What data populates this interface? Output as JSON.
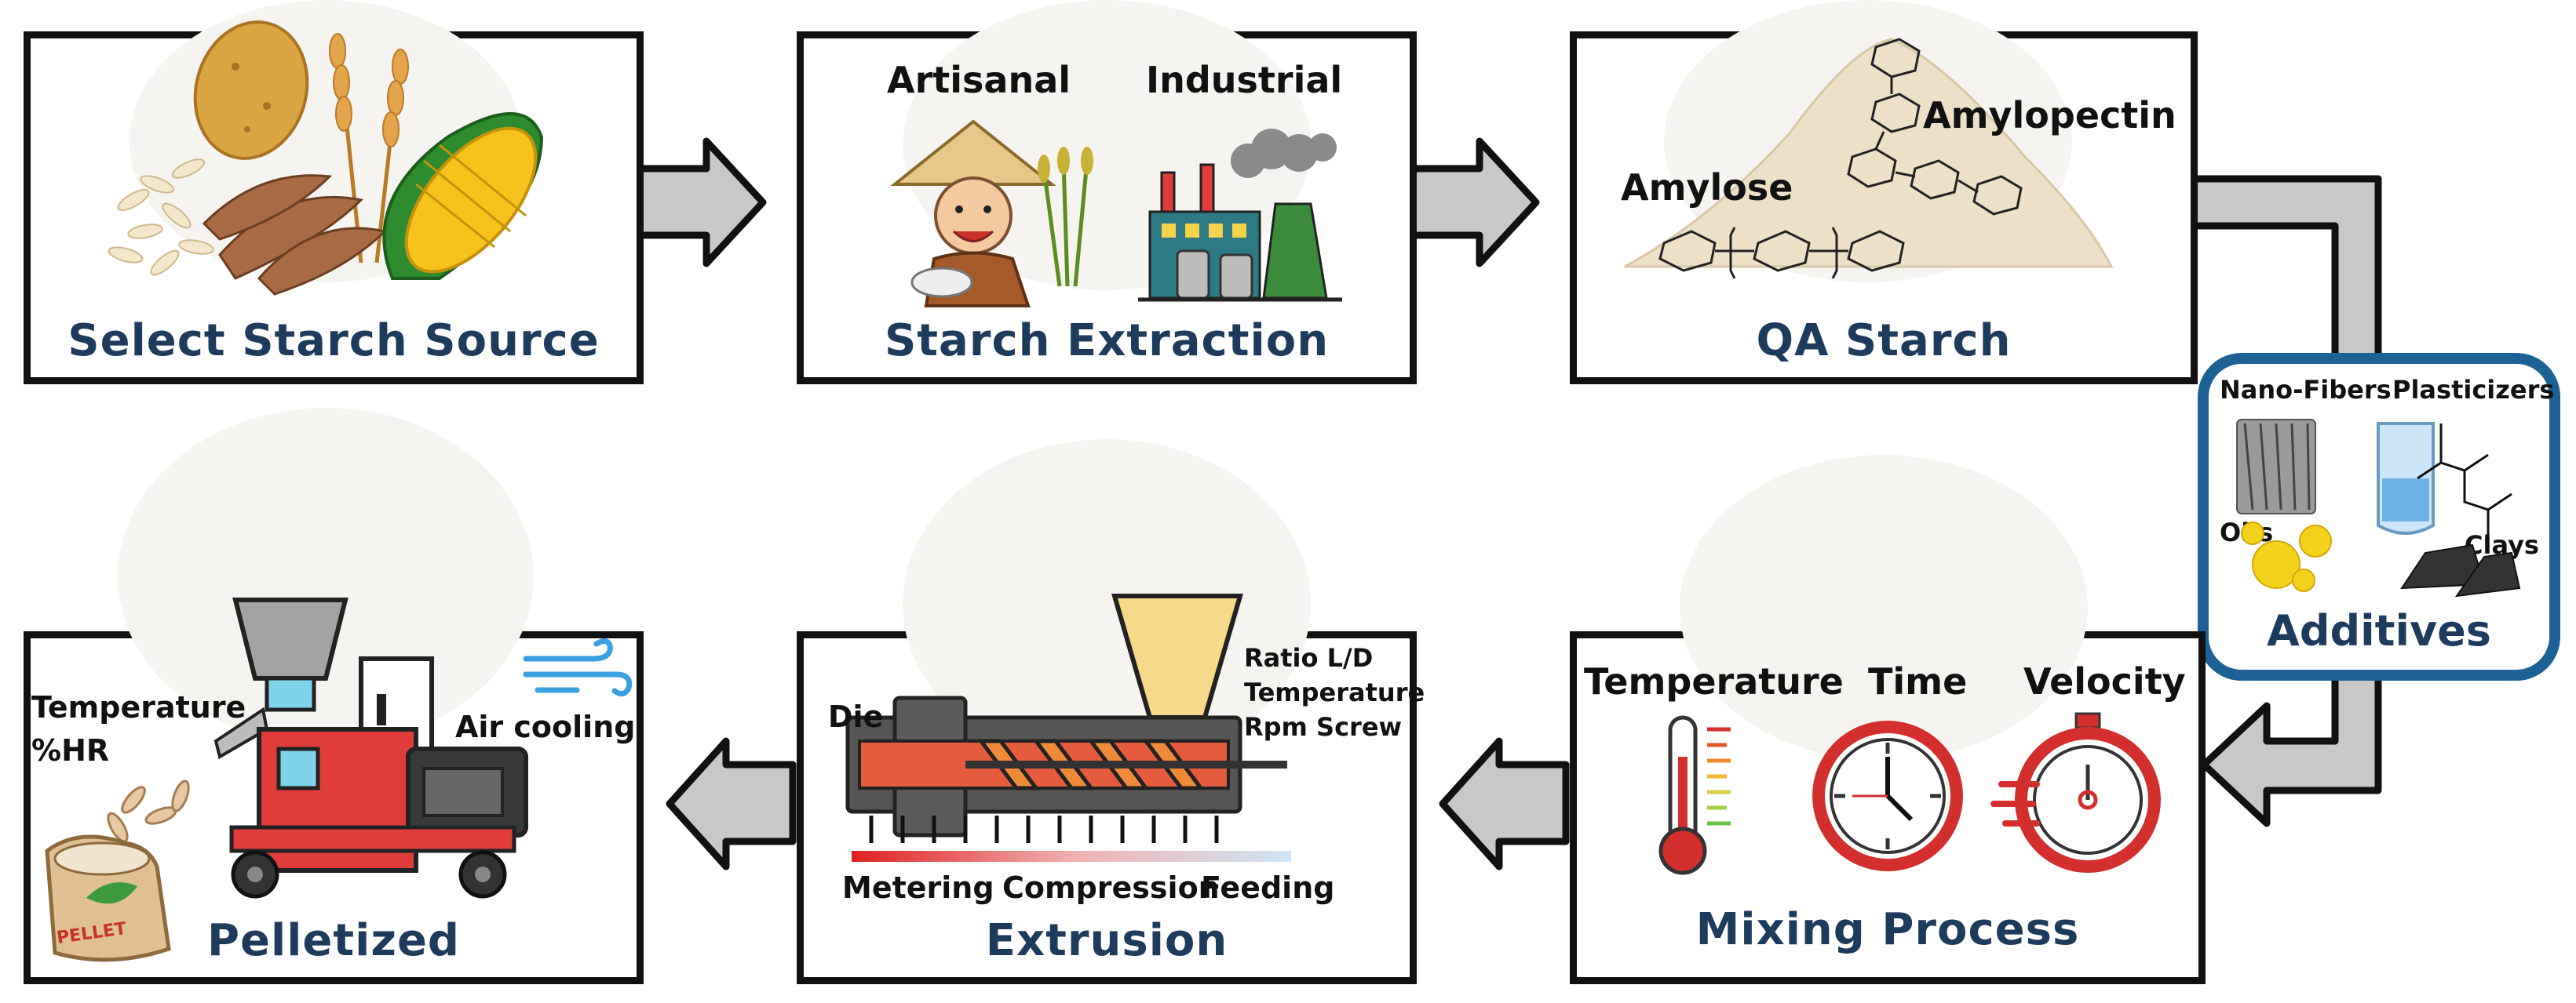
{
  "steps": {
    "select": {
      "title": "Select Starch Source"
    },
    "extraction": {
      "title": "Starch Extraction",
      "artisanal": "Artisanal",
      "industrial": "Industrial"
    },
    "qa": {
      "title": "QA Starch",
      "amylose": "Amylose",
      "amylopectin": "Amylopectin"
    },
    "additives": {
      "title": "Additives",
      "nano_fibers": "Nano-Fibers",
      "plasticizers": "Plasticizers",
      "oils": "Oils",
      "clays": "Clays"
    },
    "mixing": {
      "title": "Mixing Process",
      "temperature": "Temperature",
      "time": "Time",
      "velocity": "Velocity"
    },
    "extrusion": {
      "title": "Extrusion",
      "die": "Die",
      "ratio": "Ratio L/D",
      "temperature": "Temperature",
      "rpm": "Rpm Screw",
      "metering": "Metering",
      "compression": "Compression",
      "feeding": "Feeding"
    },
    "pelletized": {
      "title": "Pelletized",
      "temperature": "Temperature",
      "hr": "%HR",
      "air_cooling": "Air cooling",
      "bag_label": "PELLET"
    }
  },
  "colors": {
    "title_blue": "#1f3b5c",
    "additives_border": "#1e6295",
    "arrow_fill": "#c8c8c8",
    "box_border": "#111111",
    "accent_red": "#e03c3c"
  }
}
